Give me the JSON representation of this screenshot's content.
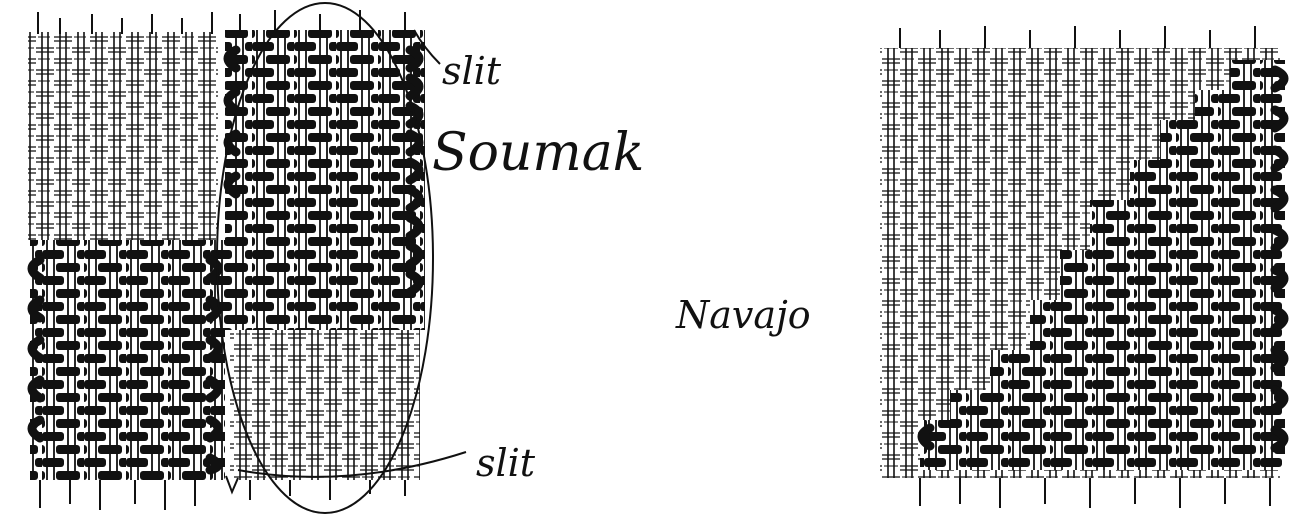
{
  "figures": [
    {
      "id": "left-weave",
      "labels": {
        "slit_top": "slit",
        "technique": "Soumak",
        "slit_bottom": "slit"
      }
    },
    {
      "id": "right-weave",
      "labels": {
        "technique": "Navajo"
      }
    }
  ],
  "colors": {
    "ink": "#111111",
    "paper": "#ffffff"
  }
}
